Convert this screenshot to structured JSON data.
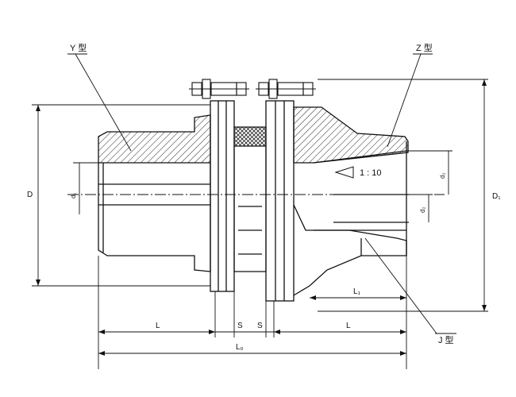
{
  "labels": {
    "y_type": "Y 型",
    "z_type": "Z 型",
    "j_type": "J 型",
    "taper": "1 : 10"
  },
  "dimensions": {
    "D": "D",
    "D1": "D₁",
    "d1": "d₁",
    "d2": "d₂",
    "dz": "d₂",
    "L_left": "L",
    "L_right": "L",
    "S_left": "S",
    "S_right": "S",
    "L0": "L₀",
    "L1": "L₁"
  },
  "colors": {
    "line": "#111111",
    "background": "#ffffff",
    "hatch": "#222222"
  }
}
